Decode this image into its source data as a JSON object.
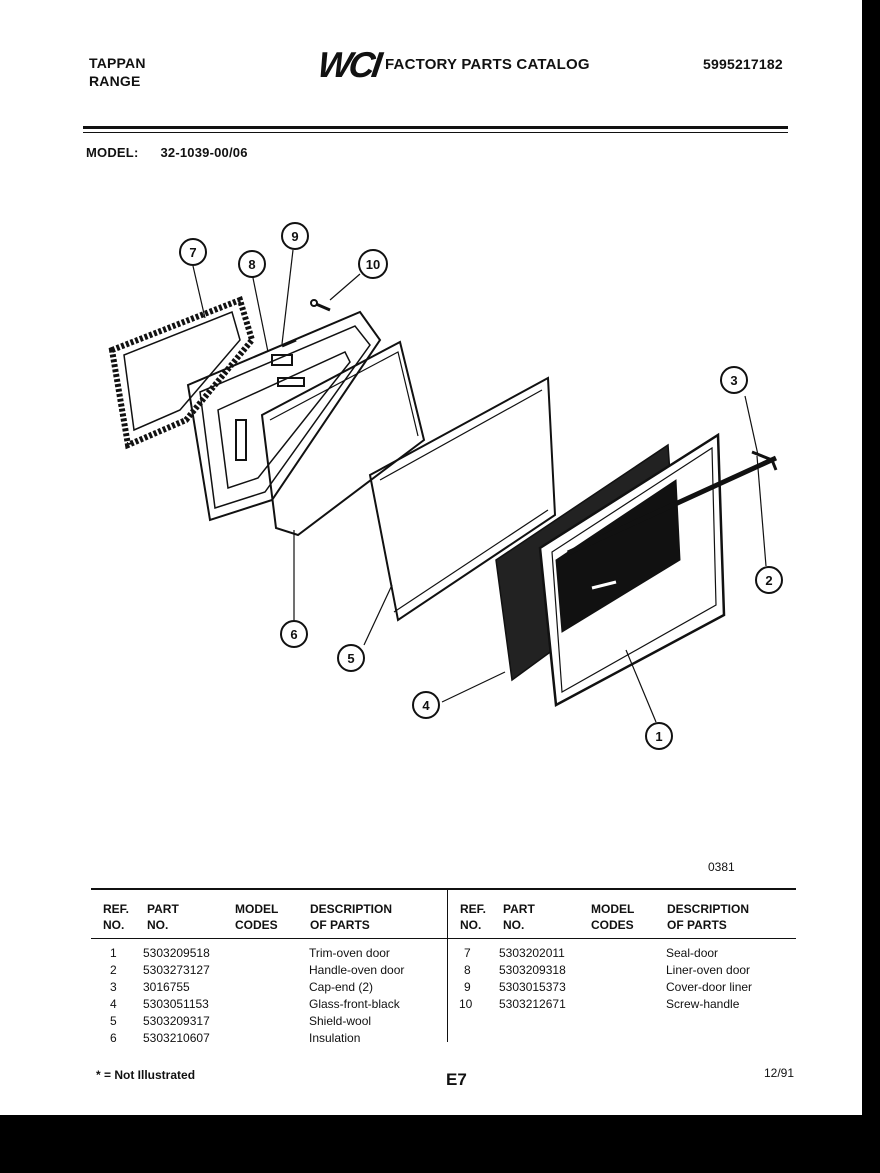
{
  "header": {
    "brand_line1": "TAPPAN",
    "brand_line2": "RANGE",
    "logo": "WCI",
    "catalog_title": "FACTORY PARTS CATALOG",
    "catalog_number": "5995217182"
  },
  "model": {
    "label": "MODEL:",
    "value": "32-1039-00/06"
  },
  "diagram": {
    "callouts": [
      "1",
      "2",
      "3",
      "4",
      "5",
      "6",
      "7",
      "8",
      "9",
      "10"
    ],
    "figure_number": "0381"
  },
  "table": {
    "headers": {
      "ref1": "REF.",
      "ref2": "NO.",
      "part1": "PART",
      "part2": "NO.",
      "codes1": "MODEL",
      "codes2": "CODES",
      "desc1": "DESCRIPTION",
      "desc2": "OF PARTS"
    },
    "left_rows": [
      {
        "ref": "1",
        "part": "5303209518",
        "codes": "",
        "desc": "Trim-oven door"
      },
      {
        "ref": "2",
        "part": "5303273127",
        "codes": "",
        "desc": "Handle-oven door"
      },
      {
        "ref": "3",
        "part": "3016755",
        "codes": "",
        "desc": "Cap-end (2)"
      },
      {
        "ref": "4",
        "part": "5303051153",
        "codes": "",
        "desc": "Glass-front-black"
      },
      {
        "ref": "5",
        "part": "5303209317",
        "codes": "",
        "desc": "Shield-wool"
      },
      {
        "ref": "6",
        "part": "5303210607",
        "codes": "",
        "desc": "Insulation"
      }
    ],
    "right_rows": [
      {
        "ref": "7",
        "part": "5303202011",
        "codes": "",
        "desc": "Seal-door"
      },
      {
        "ref": "8",
        "part": "5303209318",
        "codes": "",
        "desc": "Liner-oven door"
      },
      {
        "ref": "9",
        "part": "5303015373",
        "codes": "",
        "desc": "Cover-door liner"
      },
      {
        "ref": "10",
        "part": "5303212671",
        "codes": "",
        "desc": "Screw-handle"
      }
    ]
  },
  "footer": {
    "note": "* = Not Illustrated",
    "page": "E7",
    "date": "12/91"
  }
}
